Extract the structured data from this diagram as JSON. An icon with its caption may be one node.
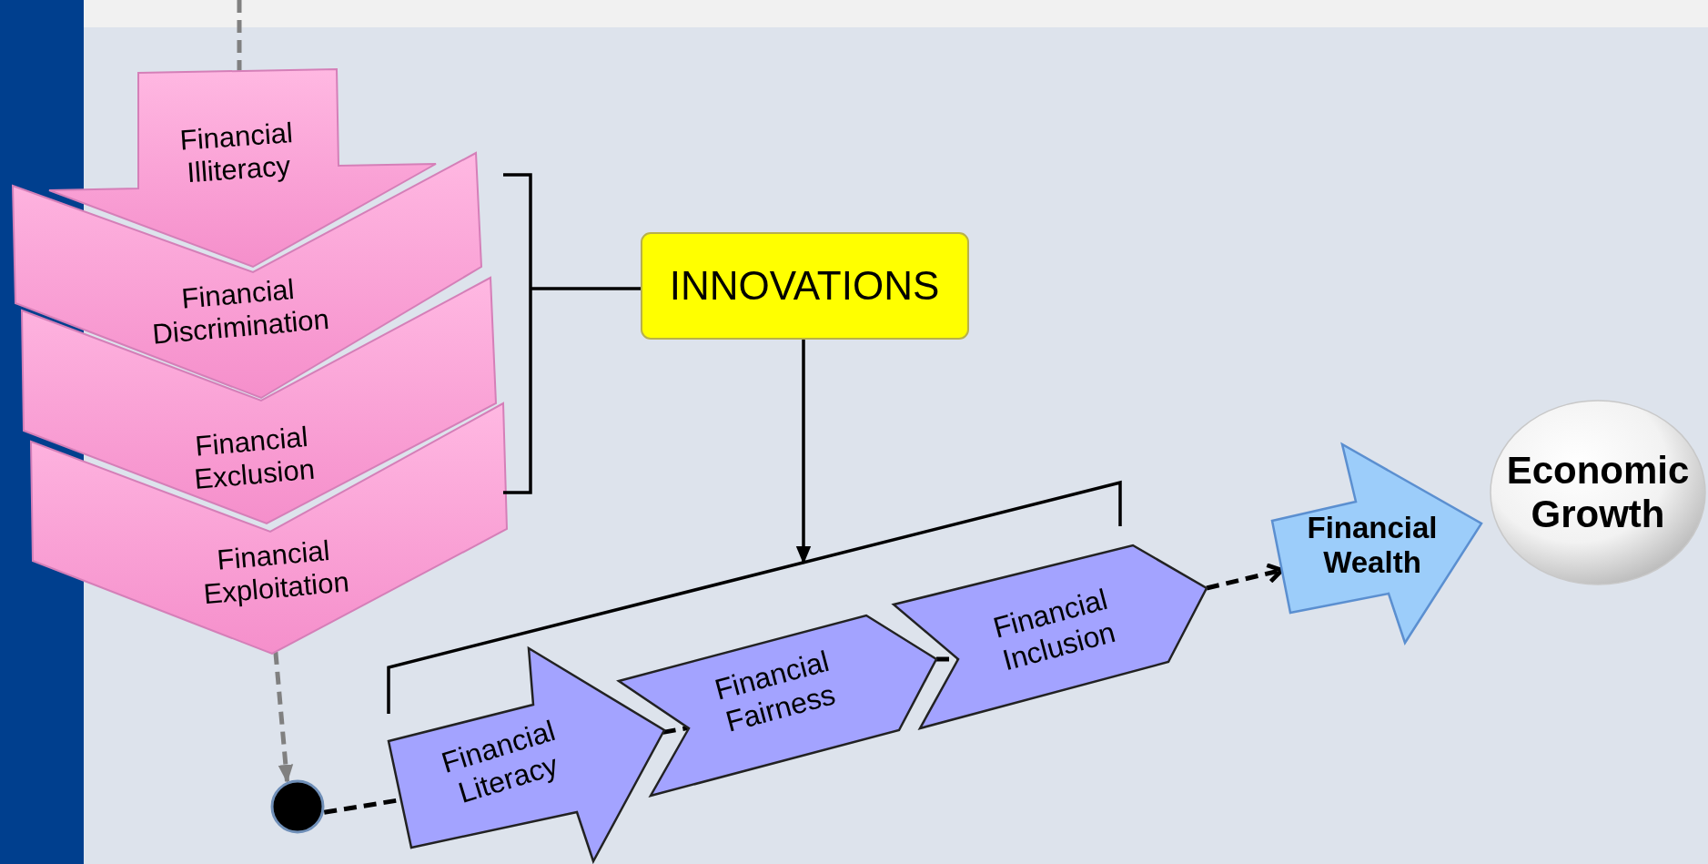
{
  "diagram": {
    "nodes": [
      {
        "text": [
          "Financial Illiteracy"
        ]
      },
      {
        "text": [
          "Financial Discrimination"
        ]
      },
      {
        "text": [
          "Financial Exclusion"
        ]
      },
      {
        "text": [
          "Financial Exploitation"
        ]
      },
      {
        "text": [],
        "shape": "bracket"
      },
      {
        "text": [
          "INNOVATIONS"
        ]
      },
      {
        "text": [],
        "shape": "circle"
      },
      {
        "text": [
          "Financial Literacy"
        ]
      },
      {
        "text": [
          "Financial Fairness"
        ]
      },
      {
        "text": [
          "Financial Inclusion"
        ]
      },
      {
        "text": [
          "Financial Wealth"
        ]
      },
      {
        "text": [
          "Economic Growth"
        ]
      }
    ],
    "edges": [
      {
        "from": null,
        "to": 0,
        "arrow": "none",
        "style": "dashed",
        "color": "#808080"
      },
      {
        "from": 3,
        "to": 6,
        "arrow": "to",
        "style": "dashed",
        "color": "#808080"
      },
      {
        "from": 6,
        "to": 7,
        "arrow": "none",
        "style": "dashed"
      },
      {
        "from": 7,
        "to": 8,
        "arrow": "none",
        "style": "dashed"
      },
      {
        "from": 8,
        "to": 9,
        "arrow": "none",
        "style": "dashed"
      },
      {
        "from": 9,
        "to": 10,
        "arrow": "to",
        "style": "dashed"
      },
      {
        "from": 4,
        "to": 5,
        "arrow": "none"
      },
      {
        "from": 5,
        "to": null,
        "arrow": "to"
      }
    ]
  }
}
